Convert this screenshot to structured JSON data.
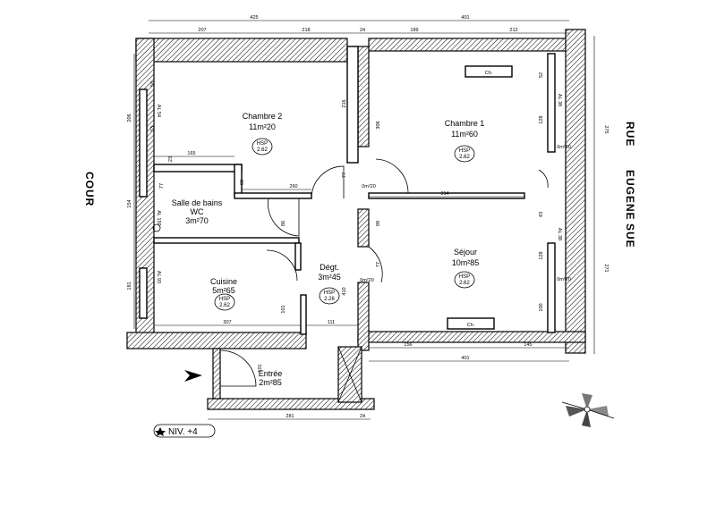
{
  "street_label": [
    "RUE",
    "EUGENE",
    "SUE"
  ],
  "court_label": "COUR",
  "level_label": "NIV. +4",
  "rooms": [
    {
      "name": "Chambre 2",
      "area": "11m²20",
      "hsp": "2.62"
    },
    {
      "name": "Chambre 1",
      "area": "11m²60",
      "hsp": "2.62"
    },
    {
      "name": "Salle de bains",
      "sub": "WC",
      "area": "3m²70"
    },
    {
      "name": "Séjour",
      "area": "10m²85",
      "hsp": "2.62"
    },
    {
      "name": "Dégt.",
      "area": "3m²45",
      "hsp": "2.26"
    },
    {
      "name": "Cuisine",
      "area": "5m²65",
      "hsp": "2.62"
    },
    {
      "name": "Entrée",
      "area": "2m²85"
    }
  ],
  "hsp_label": "HSP",
  "chimney_label": "Ch.",
  "dims": {
    "top_total_left": "425",
    "top_total_right": "401",
    "top_207": "207",
    "top_218": "218",
    "top_24a": "24",
    "top_189": "189",
    "top_212": "212",
    "bottom_401": "401",
    "bottom_156": "156",
    "bottom_145": "145",
    "bottom_281": "281",
    "bottom_24": "24",
    "right_275": "275",
    "right_271": "271",
    "left_206": "206",
    "left_154": "154",
    "left_181": "181",
    "d_165": "165",
    "d_260": "260",
    "d_314": "314",
    "d_307": "307",
    "d_111": "111",
    "d_216": "216",
    "d_306": "306",
    "d_98": "98",
    "d_77a": "77",
    "d_77b": "77",
    "d_410": "410",
    "d_101a": "101",
    "d_101b": "101",
    "d_86": "86",
    "d_68": "68",
    "d_23": "23",
    "d_77c": "77",
    "d_128a": "128",
    "d_128b": "128",
    "d_100": "100",
    "d_52": "52",
    "d_43": "43",
    "d_58": "58",
    "d_53": "53",
    "d_0m20a": "0m²20",
    "d_0m20b": "0m²20",
    "d_0m20c": "0m²20",
    "d_0m20d": "0m²20",
    "al_54": "AL 54",
    "al_150": "AL 150",
    "al_93": "AL 93",
    "al_38a": "AL 38",
    "al_38b": "AL 38"
  }
}
